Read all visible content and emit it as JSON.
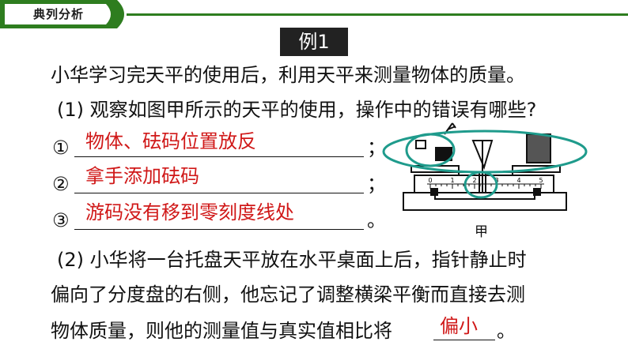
{
  "header": {
    "label": "典列分析"
  },
  "example": {
    "tag": "例1"
  },
  "question": {
    "intro": "小华学习完天平的使用后，利用天平来测量物体的质量。",
    "part1": {
      "prompt": "(1) 观察如图甲所示的天平的使用，操作中的错误有哪些?",
      "items": [
        {
          "marker": "①",
          "answer": "物体、砝码位置放反",
          "end": "；"
        },
        {
          "marker": "②",
          "answer": "拿手添加砝码",
          "end": "；"
        },
        {
          "marker": "③",
          "answer": "游码没有移到零刻度线处",
          "end": "。"
        }
      ]
    },
    "part2": {
      "line1": "(2) 小华将一台托盘天平放在水平桌面上后，指针静止时",
      "line2": "偏向了分度盘的右侧，他忘记了调整横梁平衡而直接去测",
      "line3": "物体质量，则他的测量值与真实值相比将",
      "answer": "偏小",
      "end": "。"
    }
  },
  "figure": {
    "caption": "甲",
    "scale_labels": [
      "0",
      "1",
      "2",
      "3",
      "4",
      "5"
    ]
  },
  "colors": {
    "header_green": "#2e7d1f",
    "answer_red": "#d01818",
    "circle_teal": "#1f9b8c"
  }
}
